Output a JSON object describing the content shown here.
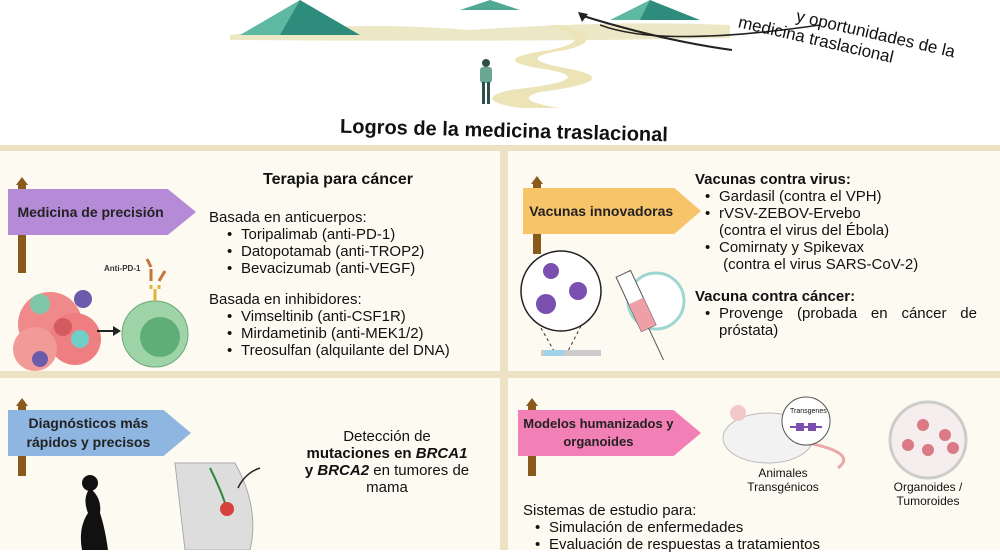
{
  "header": {
    "curved_caption_line1": "y oportunidades de la",
    "curved_caption_line2": "medicina traslacional",
    "title": "Logros de la medicina traslacional"
  },
  "panels": {
    "precision": {
      "sign": "Medicina de precisión",
      "sign_color": "#b58ad6",
      "heading": "Terapia para cáncer",
      "antibody_label": "Anti-PD-1",
      "group1_title": "Basada en anticuerpos:",
      "group1_items": [
        "Toripalimab (anti-PD-1)",
        "Datopotamab (anti-TROP2)",
        "Bevacizumab (anti-VEGF)"
      ],
      "group2_title": "Basada en inhibidores:",
      "group2_items": [
        "Vimseltinib (anti-CSF1R)",
        "Mirdametinib (anti-MEK1/2)",
        "Treosulfan (alquilante del DNA)"
      ]
    },
    "vaccines": {
      "sign": "Vacunas innovadoras",
      "sign_color": "#f7c46a",
      "virus_title": "Vacunas contra virus:",
      "virus_items": [
        {
          "line1": "Gardasil (contra el VPH)",
          "line2": ""
        },
        {
          "line1": "rVSV-ZEBOV-Ervebo",
          "line2": "(contra el virus del Ébola)"
        },
        {
          "line1": "Comirnaty y Spikevax",
          "line2": " (contra el virus SARS-CoV-2)"
        }
      ],
      "cancer_title": "Vacuna contra cáncer:",
      "cancer_items": [
        "Provenge (probada en cáncer de próstata)"
      ]
    },
    "diagnostics": {
      "sign": "Diagnósticos más rápidos y precisos",
      "sign_color": "#8fb6e0",
      "text_pre": "Detección de",
      "text_bold": "mutaciones en",
      "gene1": "BRCA1",
      "conj": "y",
      "gene2": "BRCA2",
      "text_post": "en tumores de mama"
    },
    "models": {
      "sign": "Modelos humanizados y organoides",
      "sign_color": "#f27fb5",
      "transgenes_label": "Transgenes",
      "animals_label": "Animales Transgénicos",
      "organoids_label": "Organoides / Tumoroides",
      "systems_title": "Sistemas de estudio para:",
      "systems_items": [
        "Simulación de enfermedades",
        "Evaluación de respuestas a tratamientos"
      ]
    }
  }
}
